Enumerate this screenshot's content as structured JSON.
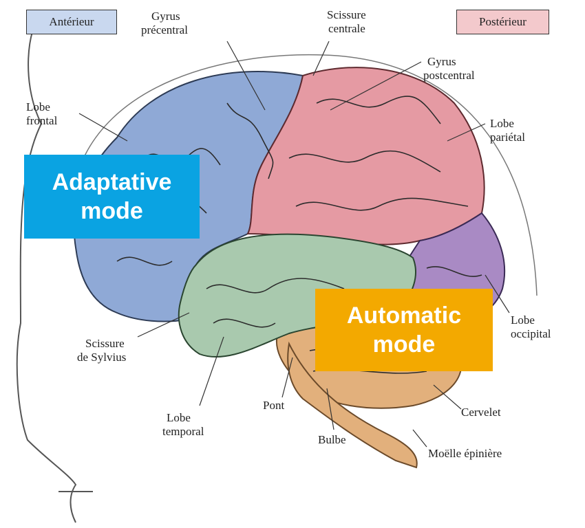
{
  "labels": {
    "anterieur": "Antérieur",
    "posterieur": "Postérieur",
    "gyrus_precentral": [
      "Gyrus",
      "précentral"
    ],
    "scissure_centrale": [
      "Scissure",
      "centrale"
    ],
    "gyrus_postcentral": [
      "Gyrus",
      "postcentral"
    ],
    "lobe_frontal": [
      "Lobe",
      "frontal"
    ],
    "lobe_parietal": [
      "Lobe",
      "pariétal"
    ],
    "lobe_occipital": [
      "Lobe",
      "occipital"
    ],
    "scissure_sylvius": [
      "Scissure",
      "de Sylvius"
    ],
    "lobe_temporal": [
      "Lobe",
      "temporal"
    ],
    "pont": "Pont",
    "bulbe": "Bulbe",
    "cervelet": "Cervelet",
    "moelle": "Moëlle épinière"
  },
  "overlays": {
    "adaptative": [
      "Adaptative",
      "mode"
    ],
    "automatic": [
      "Automatic",
      "mode"
    ]
  },
  "colors": {
    "frontal": "#8fa9d6",
    "parietal": "#e59aa3",
    "temporal": "#a9c9ae",
    "occipital": "#a98ac4",
    "cerebellum": "#e2b07c",
    "adaptative_box": "#0aa3e2",
    "automatic_box": "#f3a900",
    "anterieur_box": "#c9d8ef",
    "posterieur_box": "#f3c9cc"
  }
}
